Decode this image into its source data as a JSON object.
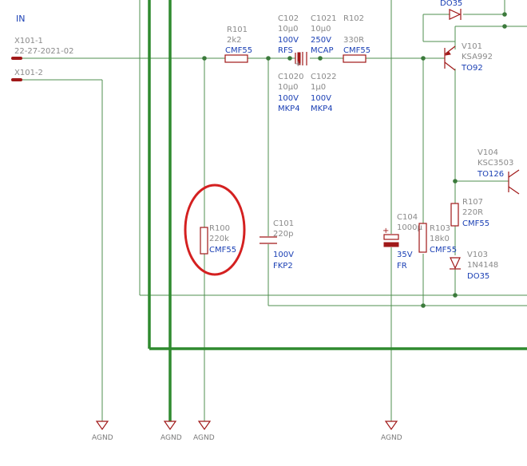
{
  "sheet": {
    "title": "IN"
  },
  "connectors": [
    {
      "ref": "X101-1",
      "value": "22-27-2021-02"
    },
    {
      "ref": "X101-2"
    }
  ],
  "ground_label": "AGND",
  "components": {
    "R101": {
      "ref": "R101",
      "value": "2k2",
      "type": "CMF55"
    },
    "C102": {
      "ref": "C102",
      "value": "10μ0",
      "voltage": "100V",
      "type": "RFS"
    },
    "C1021": {
      "ref": "C1021",
      "value": "10μ0",
      "voltage": "250V",
      "type": "MCAP"
    },
    "R102": {
      "ref": "R102",
      "value": "330R",
      "type": "CMF55"
    },
    "C1020": {
      "ref": "C1020",
      "value": "10μ0",
      "voltage": "100V",
      "type": "MKP4"
    },
    "C1022": {
      "ref": "C1022",
      "value": "1μ0",
      "voltage": "100V",
      "type": "MKP4"
    },
    "V101": {
      "ref": "V101",
      "value": "KSA992",
      "type": "TO92"
    },
    "D_top": {
      "type": "DO35"
    },
    "V104": {
      "ref": "V104",
      "value": "KSC3503",
      "type": "TO126"
    },
    "R107": {
      "ref": "R107",
      "value": "220R",
      "type": "CMF55"
    },
    "V103": {
      "ref": "V103",
      "value": "1N4148",
      "type": "DO35"
    },
    "R100": {
      "ref": "R100",
      "value": "220k",
      "type": "CMF55"
    },
    "C101": {
      "ref": "C101",
      "value": "220p",
      "voltage": "100V",
      "type": "FKP2"
    },
    "C104": {
      "ref": "C104",
      "value": "1000μ",
      "voltage": "35V",
      "type": "FR"
    },
    "R103": {
      "ref": "R103",
      "value": "18k0",
      "type": "CMF55"
    }
  },
  "colors": {
    "wire": "#4f8f4f",
    "bus": "#2f8a2f",
    "component": "#a01818",
    "value_text": "#1a3fb4",
    "ref_text": "#8a8a8a",
    "highlight": "#d42020"
  }
}
